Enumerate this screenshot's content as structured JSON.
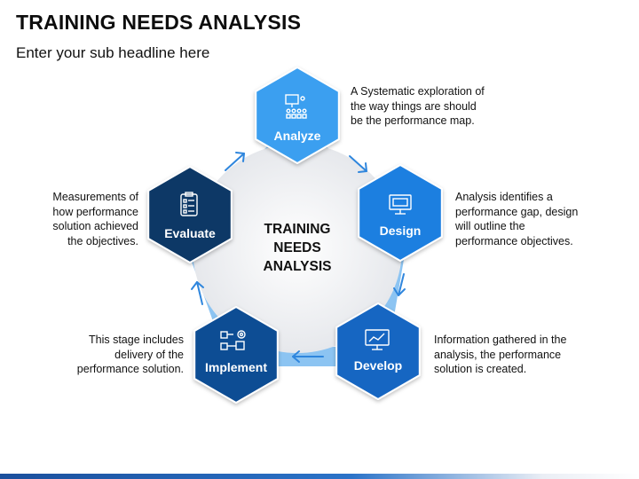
{
  "header": {
    "title": "TRAINING NEEDS ANALYSIS",
    "subtitle": "Enter your sub headline here"
  },
  "center": {
    "lines": [
      "TRAINING",
      "NEEDS",
      "ANALYSIS"
    ]
  },
  "steps": [
    {
      "label": "Analyze",
      "icon": "presentation-audience-icon",
      "color": "#3a9ff0",
      "description_lines": [
        "A Systematic exploration of",
        "the way things are should",
        "be the performance map."
      ]
    },
    {
      "label": "Design",
      "icon": "monitor-design-icon",
      "color": "#1f7fe0",
      "description_lines": [
        "Analysis identifies a",
        "performance gap, design",
        "will outline the",
        "performance objectives."
      ]
    },
    {
      "label": "Develop",
      "icon": "monitor-chart-icon",
      "color": "#1766c2",
      "description_lines": [
        "Information gathered in the",
        "analysis, the performance",
        "solution is created."
      ]
    },
    {
      "label": "Implement",
      "icon": "process-gear-icon",
      "color": "#114d94",
      "description_lines": [
        "This stage includes",
        "delivery of the",
        "performance solution."
      ]
    },
    {
      "label": "Evaluate",
      "icon": "clipboard-checklist-icon",
      "color": "#0c3766",
      "description_lines": [
        "Measurements of",
        "how performance",
        "solution achieved",
        "the objectives."
      ]
    }
  ],
  "colors": {
    "ring": "#8cc4f2",
    "ring_arrow": "#2f86dd",
    "center_fill": "#f3f4f6"
  }
}
